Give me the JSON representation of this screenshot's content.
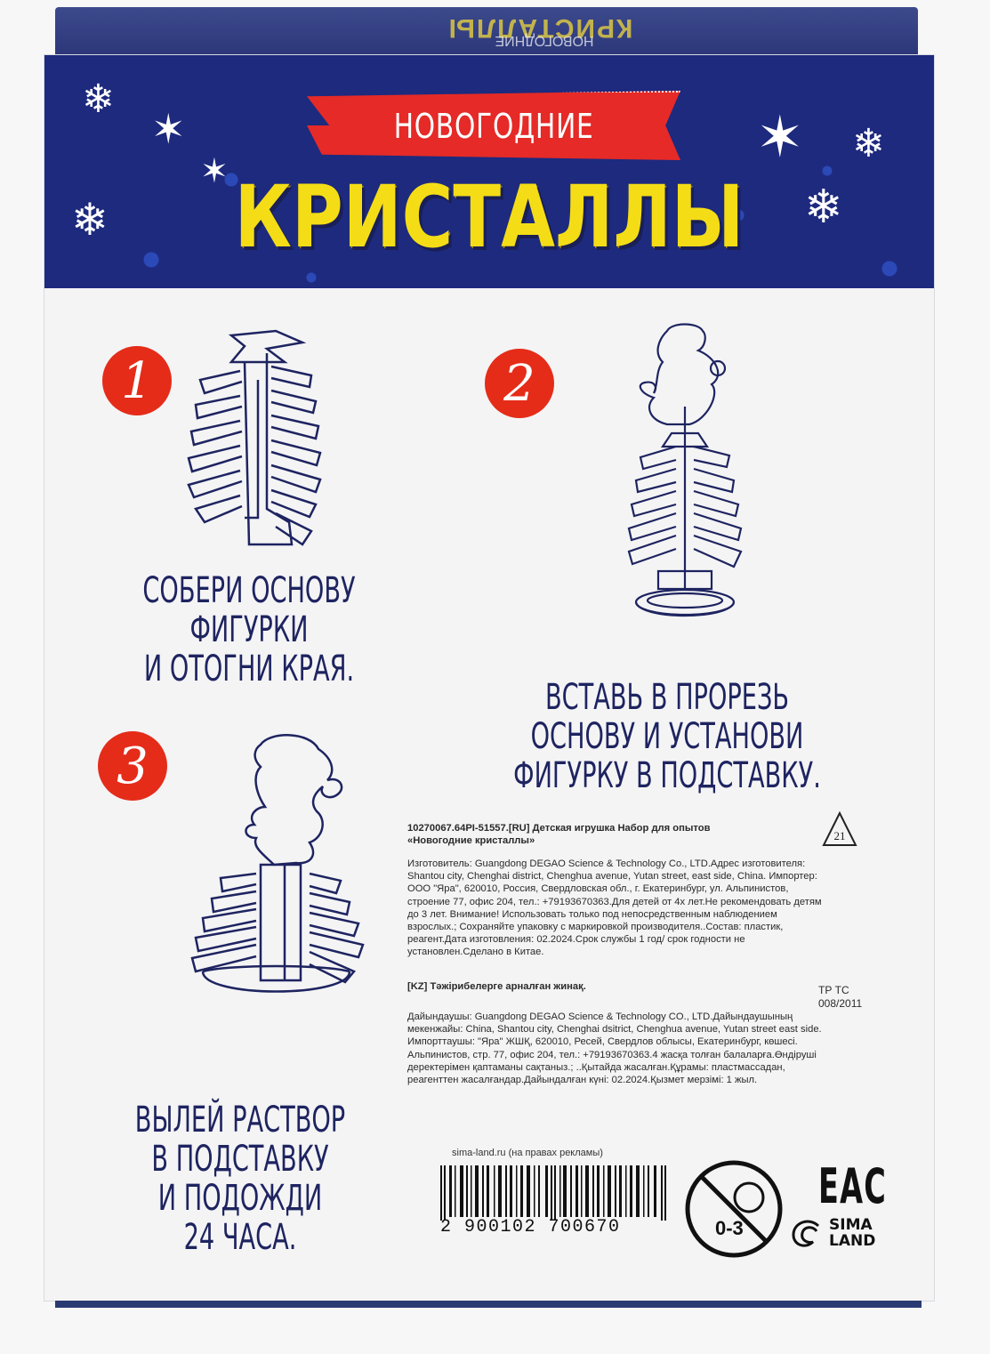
{
  "top_flap": {
    "title_mirrored": "КРИСТАЛЛЫ",
    "subtitle_mirrored": "НОВОГОДНИЕ"
  },
  "header": {
    "banner_text": "НОВОГОДНИЕ",
    "title": "КРИСТАЛЛЫ",
    "colors": {
      "background": "#1d2a7e",
      "banner": "#e52a27",
      "title": "#f4dd16"
    }
  },
  "steps": [
    {
      "number": "1",
      "text_lines": [
        "СОБЕРИ ОСНОВУ",
        "ФИГУРКИ",
        "И ОТОГНИ КРАЯ."
      ],
      "illustration": "tree-base-icon"
    },
    {
      "number": "2",
      "text_lines": [
        "ВСТАВЬ В ПРОРЕЗЬ",
        "ОСНОВУ И УСТАНОВИ",
        "ФИГУРКУ В ПОДСТАВКУ."
      ],
      "illustration": "tree-with-figure-and-stand-icon"
    },
    {
      "number": "3",
      "text_lines": [
        "ВЫЛЕЙ РАСТВОР",
        "В ПОДСТАВКУ",
        "И ПОДОЖДИ",
        "24 ЧАСА."
      ],
      "illustration": "assembled-tree-in-stand-icon"
    }
  ],
  "label_ru": {
    "heading_line1": "10270067.64PI-51557.[RU] Детская игрушка Набор для опытов",
    "heading_line2": "«Новогодние кристаллы»",
    "body_lines": [
      "Изготовитель: Guangdong DEGAO Science & Technology Co., LTD.Адрес изготовителя:",
      "Shantou city, Chenghai district, Chenghua avenue, Yutan street, east side, China.  Импортер:",
      "ООО \"Яра\", 620010, Россия, Свердловская обл., г. Екатеринбург, ул. Альпинистов,",
      "строение 77, офис 204, тел.: +79193670363.Для детей от 4х лет.Не рекомендовать детям",
      "до 3 лет. Внимание! Использовать только под непосредственным наблюдением",
      "взрослых.; Сохраняйте упаковку с маркировкой производителя..Состав: пластик,",
      "реагент.Дата изготовления: 02.2024.Срок службы 1 год/ срок годности не",
      "установлен.Сделано в Китае."
    ],
    "recycle_code": "21"
  },
  "label_kz": {
    "heading": "[KZ] Тәжірибелерге арналған жинақ.",
    "tr_tc_line1": "ТР ТС",
    "tr_tc_line2": "008/2011",
    "body_lines": [
      "Дайындаушы: Guangdong DEGAO Science & Technology CO., LTD.Дайындаушының",
      "мекенжайы: China, Shantou city, Chenghai dsitrict, Chenghua avenue, Yutan street east side.",
      "Импорттаушы: \"Яра\" ЖШҚ, 620010, Ресей, Свердлов облысы, Екатеринбург, көшесі.",
      "Альпинистов, стр. 77, офис 204, тел.: +79193670363.4 жасқа толған балаларға.Өндіруші",
      "деректерімен қаптаманы сақтаныз.; ..Қытайда жасалған.Құрамы: пластмассадан,",
      "реагенттен жасалғандар.Дайындалған күні: 02.2024.Қызмет мерзімі: 1 жыл."
    ]
  },
  "footer": {
    "site_text": "sima-land.ru (на правах рекламы)",
    "barcode_number": "2 900102 700670",
    "age_warning": "0-3",
    "eac_mark": "EAC",
    "brand_line1": "SIMA",
    "brand_line2": "LAND"
  }
}
